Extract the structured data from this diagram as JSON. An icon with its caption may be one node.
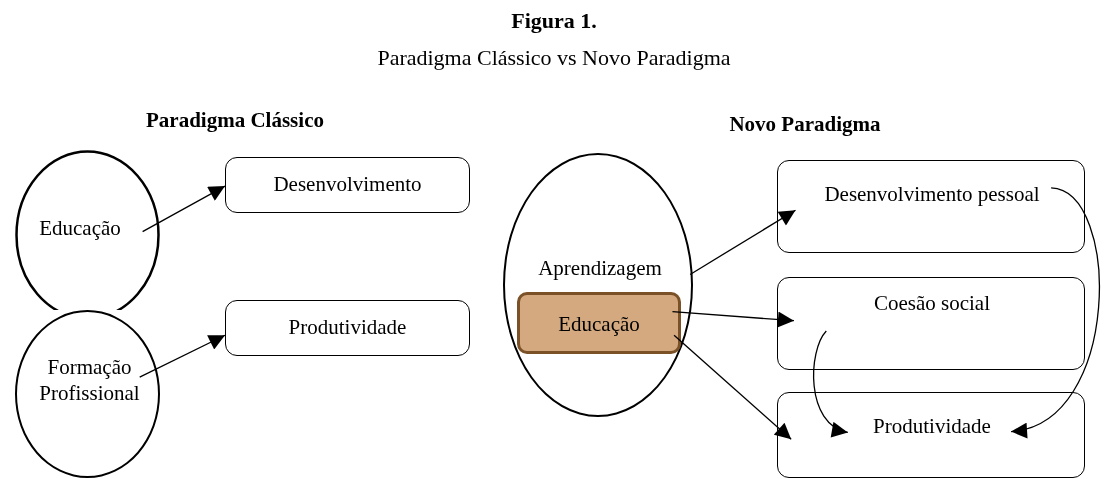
{
  "diagram": {
    "title": "Figura 1.",
    "nodes": [
      {
        "text": [
          "Educação"
        ]
      },
      {
        "text": [
          "Formação Profissional"
        ]
      },
      {
        "text": [
          "Desenvolvimento"
        ]
      },
      {
        "text": [
          "Produtividade"
        ]
      },
      {
        "text": [
          "Aprendizagem"
        ]
      },
      {
        "text": [
          "Educação"
        ],
        "in": 4
      },
      {
        "text": [
          "Desenvolvimento pessoal"
        ]
      },
      {
        "text": [
          "Coesão social"
        ]
      },
      {
        "text": [
          "Produtividade"
        ]
      }
    ],
    "edges": [
      {
        "from": 0,
        "to": 2,
        "arrow": "to"
      },
      {
        "from": 1,
        "to": 3,
        "arrow": "to"
      },
      {
        "from": 4,
        "to": 6,
        "arrow": "to"
      },
      {
        "from": 5,
        "to": 7,
        "arrow": "to"
      },
      {
        "from": 5,
        "to": 8,
        "arrow": "to"
      },
      {
        "from": 6,
        "to": 8,
        "arrow": "to"
      },
      {
        "from": 7,
        "to": 8,
        "arrow": "to"
      }
    ],
    "labels": [
      "Paradigma Clássico vs Novo Paradigma",
      "Paradigma Clássico",
      "Novo Paradigma"
    ]
  }
}
